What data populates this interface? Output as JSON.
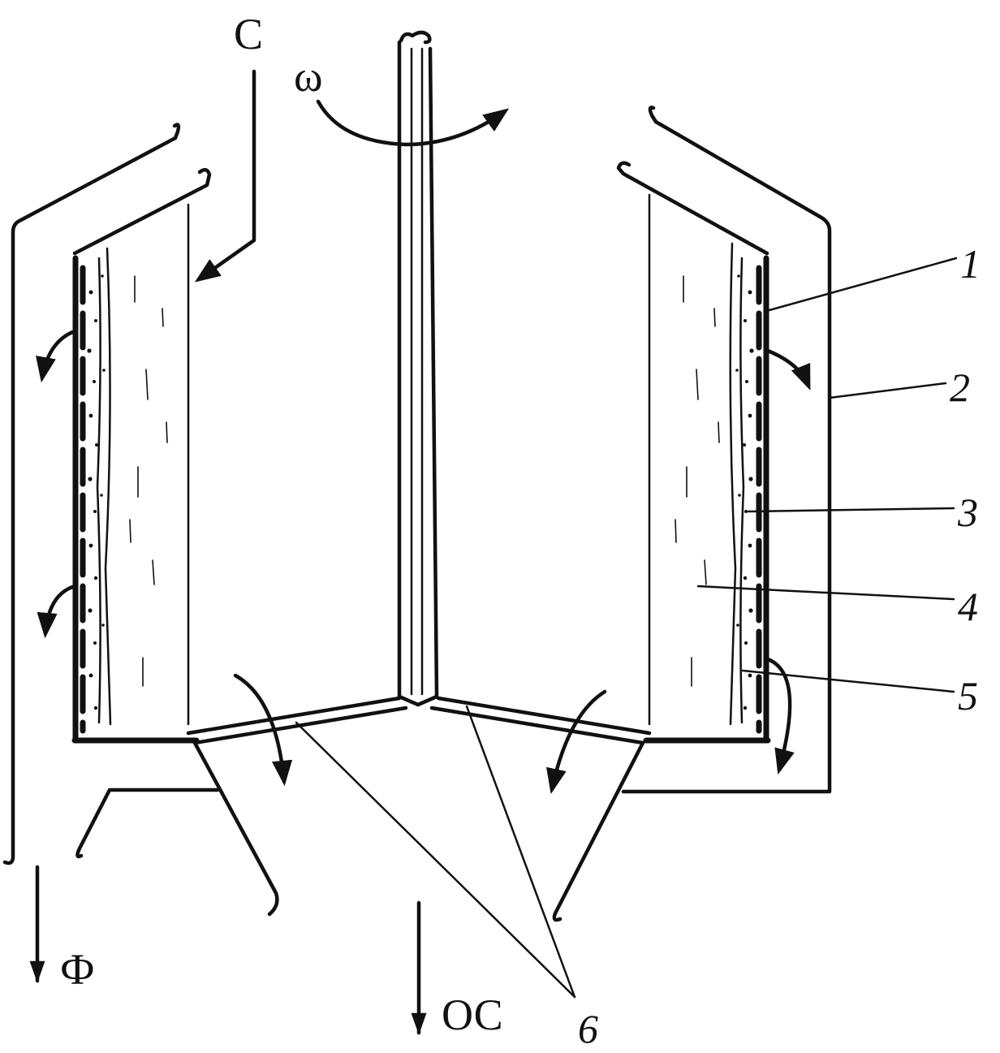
{
  "figure": {
    "labels": {
      "feed": "C",
      "rotation": "ω",
      "filtrate": "Ф",
      "sediment": "ОС",
      "callouts": [
        "1",
        "2",
        "3",
        "4",
        "5",
        "6"
      ]
    }
  }
}
